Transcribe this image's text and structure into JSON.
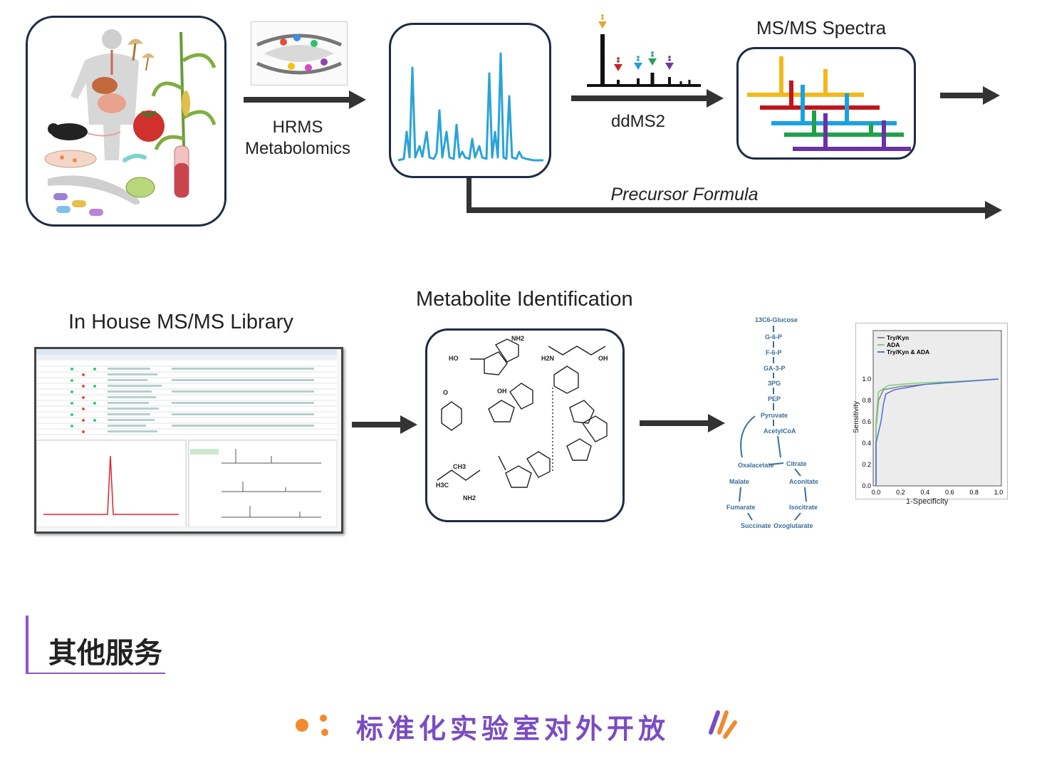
{
  "step_labels": {
    "hrms_line1": "HRMS",
    "hrms_line2": "Metabolomics",
    "ddms2": "ddMS2",
    "msms_spectra": "MS/MS Spectra",
    "precursor_formula": "Precursor Formula",
    "in_house_library": "In House MS/MS Library",
    "metabolite_identification": "Metabolite Identification"
  },
  "pathway": {
    "nodes": [
      "13C6-Glucose",
      "G-6-P",
      "F-6-P",
      "GA-3-P",
      "3PG",
      "PEP",
      "Pyruvate",
      "AcetylCoA"
    ],
    "cycle": [
      "Oxalacetate",
      "Citrate",
      "Aconitate",
      "Isocitrate",
      "Oxoglutarate",
      "Succinate",
      "Fumarate",
      "Malate"
    ]
  },
  "roc": {
    "legend": [
      "Try/Kyn",
      "ADA",
      "Try/Kyn & ADA"
    ],
    "xlabel": "1-Specificity",
    "ylabel": "Sensitivity",
    "xticks": [
      "0.0",
      "0.2",
      "0.4",
      "0.6",
      "0.8",
      "1.0"
    ],
    "yticks": [
      "0.0",
      "0.2",
      "0.4",
      "0.6",
      "0.8",
      "1.0"
    ],
    "colors": {
      "try_kyn": "#888888",
      "ada": "#7ed07e",
      "combined": "#5b6fd6"
    }
  },
  "molecule_labels": [
    "NH2",
    "OH",
    "OH",
    "HO",
    "H2N",
    "O",
    "CH3",
    "H3C",
    "NH2"
  ],
  "section_heading": "其他服务",
  "banner_text": "标准化实验室对外开放",
  "colors": {
    "box_border": "#1f2a44",
    "accent_purple": "#8b55c9",
    "banner_purple": "#7a4cc2",
    "accent_orange": "#f08a2c",
    "chromatogram": "#2aa3d8"
  }
}
